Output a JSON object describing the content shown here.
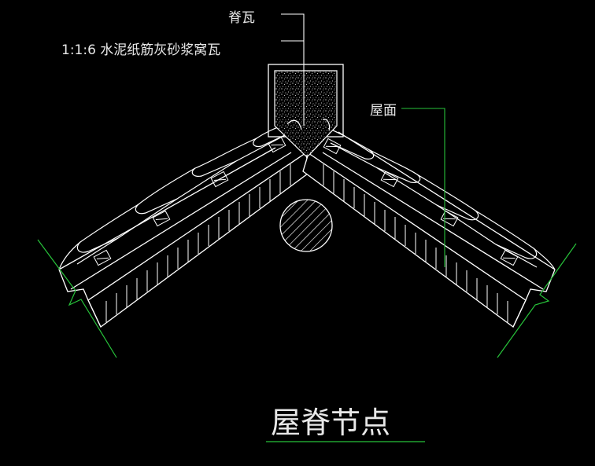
{
  "drawing": {
    "title": "屋脊节点",
    "labels": {
      "ridge_tile": "脊瓦",
      "mortar": "1:1:6 水泥纸筋灰砂浆窝瓦",
      "roof_surface": "屋面"
    },
    "colors": {
      "background": "#000000",
      "linework": "#ffffff",
      "leader": "#27c23a",
      "text": "#e8e8e8"
    }
  }
}
